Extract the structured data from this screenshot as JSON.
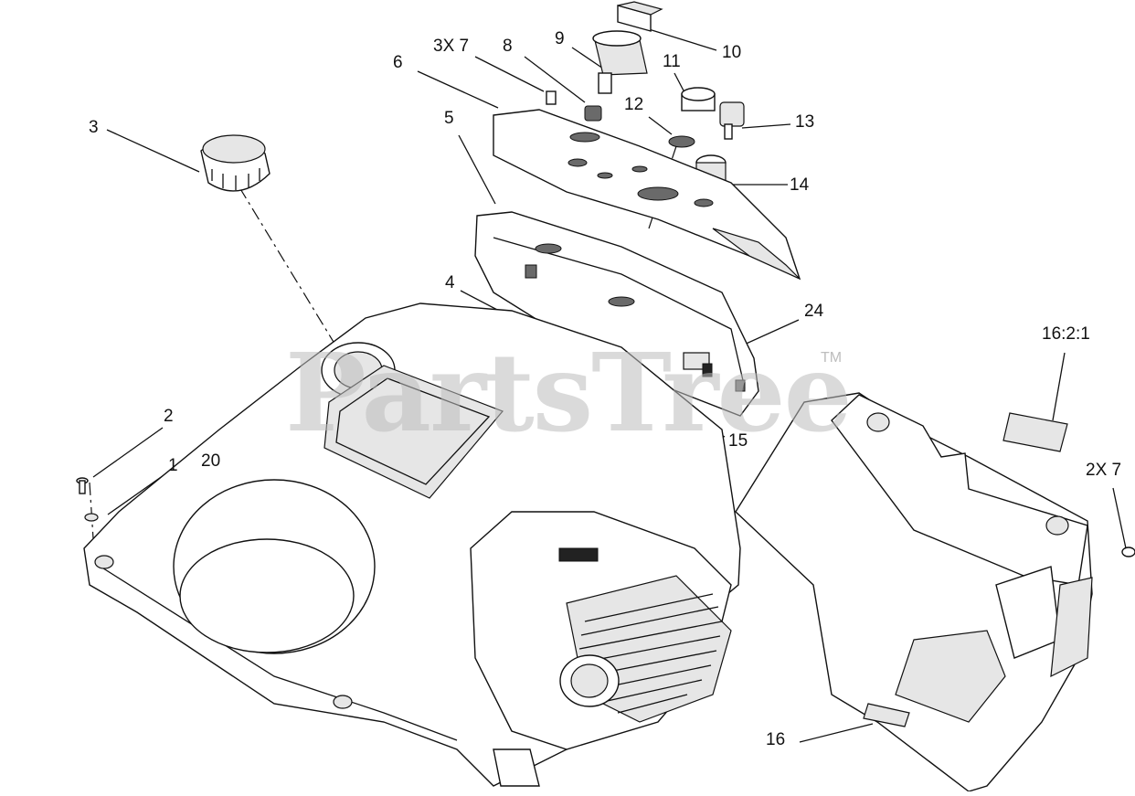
{
  "watermark": {
    "text": "PartsTree",
    "trademark": "TM"
  },
  "callouts": [
    {
      "id": "c10",
      "label": "10"
    },
    {
      "id": "c9",
      "label": "9"
    },
    {
      "id": "c3x7",
      "label": "3X 7"
    },
    {
      "id": "c8",
      "label": "8"
    },
    {
      "id": "c11",
      "label": "11"
    },
    {
      "id": "c6",
      "label": "6"
    },
    {
      "id": "c12",
      "label": "12"
    },
    {
      "id": "c13",
      "label": "13"
    },
    {
      "id": "c3",
      "label": "3"
    },
    {
      "id": "c5",
      "label": "5"
    },
    {
      "id": "c14",
      "label": "14"
    },
    {
      "id": "c4",
      "label": "4"
    },
    {
      "id": "c24",
      "label": "24"
    },
    {
      "id": "c16_2_1",
      "label": "16:2:1"
    },
    {
      "id": "c2",
      "label": "2"
    },
    {
      "id": "c15",
      "label": "15"
    },
    {
      "id": "c1",
      "label": "1"
    },
    {
      "id": "c20",
      "label": "20"
    },
    {
      "id": "c2x7",
      "label": "2X 7"
    },
    {
      "id": "c16",
      "label": "16"
    }
  ]
}
